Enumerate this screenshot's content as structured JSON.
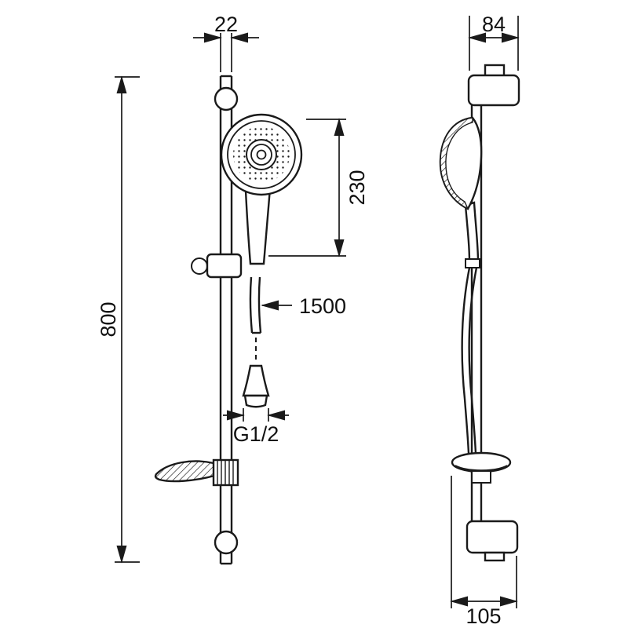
{
  "page": {
    "background": "#ffffff",
    "line_color": "#1a1a1a"
  },
  "views": {
    "front": {
      "dims": {
        "rail_diameter": "22",
        "rail_length": "800",
        "handset_height": "230",
        "hose_length": "1500",
        "thread": "G1/2"
      }
    },
    "side": {
      "dims": {
        "bracket_width": "84",
        "bracket_depth": "105"
      }
    }
  }
}
